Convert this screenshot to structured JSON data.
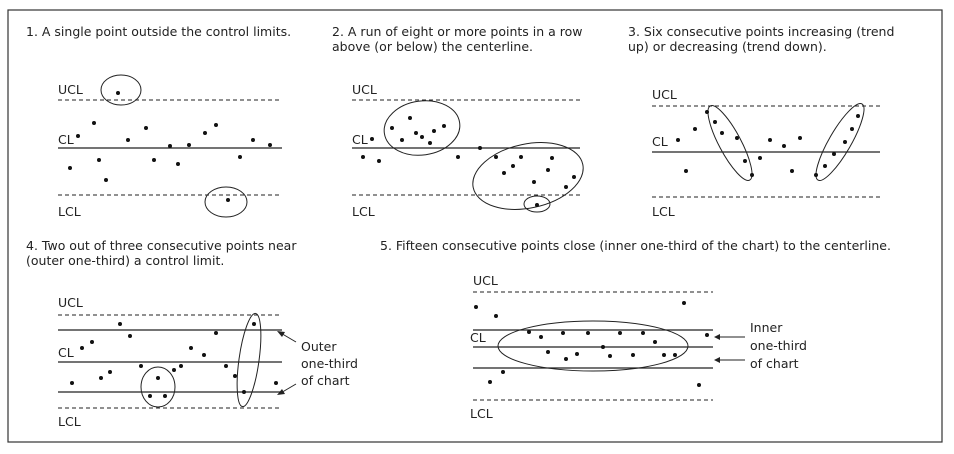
{
  "rules": [
    {
      "caption": "1. A single point outside the control limits."
    },
    {
      "caption": "2. A run of eight or more points in a row\n above (or below) the centerline."
    },
    {
      "caption": "3. Six consecutive points increasing (trend\n up) or decreasing (trend down)."
    },
    {
      "caption": "4. Two out of three consecutive points near\n(outer one-third) a control limit."
    },
    {
      "caption": "5. Fifteen consecutive points close (inner one-third of the chart) to the centerline."
    }
  ],
  "labels": {
    "ucl": "UCL",
    "cl": "CL",
    "lcl": "LCL"
  },
  "annotations": {
    "outer": [
      "Outer",
      "one-third",
      "of chart"
    ],
    "inner": [
      "Inner",
      "one-third",
      "of chart"
    ]
  }
}
